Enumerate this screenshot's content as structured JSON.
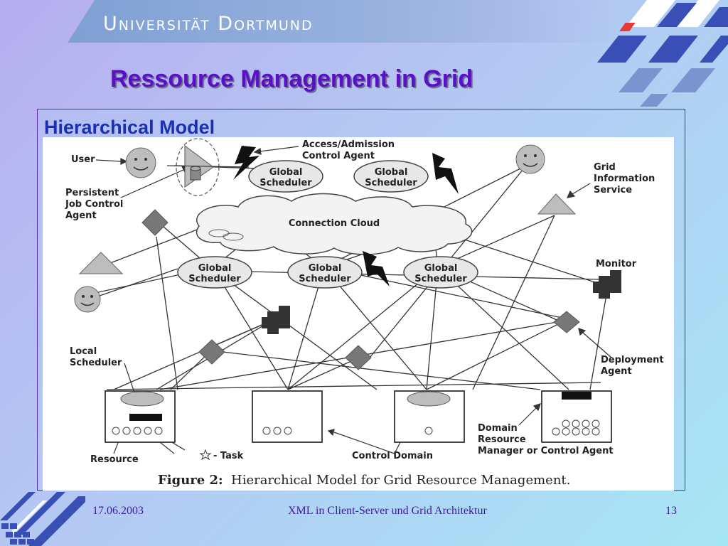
{
  "header": {
    "university": "Universität Dortmund",
    "title": "Ressource Management in Grid"
  },
  "section": {
    "heading": "Hierarchical Model"
  },
  "diagram": {
    "labels": {
      "user": "User",
      "pjca1": "Persistent",
      "pjca2": "Job Control",
      "pjca3": "Agent",
      "acca1": "Access/Admission",
      "acca2": "Control Agent",
      "gis1": "Grid",
      "gis2": "Information",
      "gis3": "Service",
      "connection_cloud": "Connection Cloud",
      "global": "Global",
      "scheduler": "Scheduler",
      "monitor": "Monitor",
      "local1": "Local",
      "local2": "Scheduler",
      "deploy1": "Deployment",
      "deploy2": "Agent",
      "resource": "Resource",
      "task": "- Task",
      "control_domain": "Control Domain",
      "drm1": "Domain",
      "drm2": "Resource",
      "drm3": "Manager or Control Agent"
    },
    "caption_bold": "Figure 2:",
    "caption_text": "Hierarchical Model for Grid Resource Management."
  },
  "footer": {
    "date": "17.06.2003",
    "title": "XML in Client-Server und Grid Architektur",
    "page": "13"
  },
  "colors": {
    "title": "#5b10c8",
    "heading": "#1a30b0",
    "footer_text": "#3a1c9c"
  }
}
